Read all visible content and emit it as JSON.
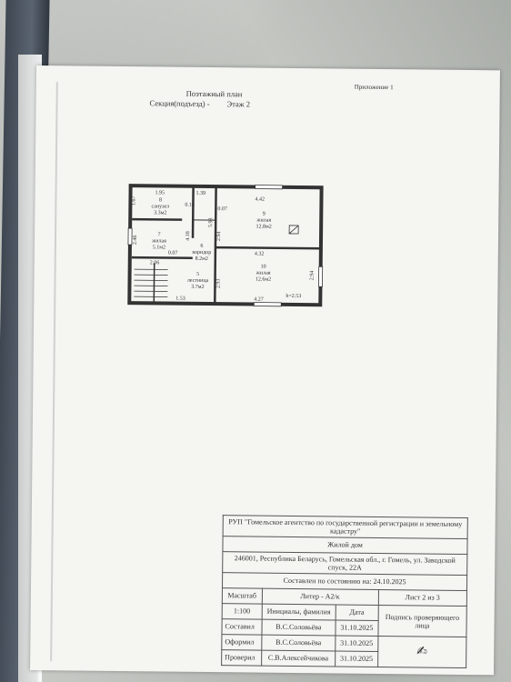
{
  "document": {
    "appendix": "Приложение 1",
    "title": "Поэтажный план",
    "subtitle": "Секция(подъезд) -",
    "floor": "Этаж 2"
  },
  "plan": {
    "rooms": [
      {
        "num": "8",
        "name": "санузел",
        "area": "3.3м2"
      },
      {
        "num": "9",
        "name": "жилая",
        "area": "12.8м2"
      },
      {
        "num": "7",
        "name": "жилая",
        "area": "5.1м2"
      },
      {
        "num": "6",
        "name": "коридор",
        "area": "8.2м2"
      },
      {
        "num": "5",
        "name": "лестница",
        "area": "3.7м2"
      },
      {
        "num": "10",
        "name": "жилая",
        "area": "12.6м2"
      }
    ],
    "dims": {
      "d1_95": "1.95",
      "d1_39": "1.39",
      "d4_42": "4.42",
      "d1_67": "1.67",
      "d0_16": "0.16",
      "d0_07a": "0.07",
      "d2_46": "2.46",
      "d4_18": "4.18",
      "d2_94a": "2.94",
      "d5_93": "5.93",
      "d0_07b": "0.07",
      "d2_06": "2.06",
      "d4_32": "4.32",
      "d2_93": "2.93",
      "d2_94b": "2.94",
      "d1_53": "1.53",
      "d4_27": "4.27",
      "height": "h=2.53"
    }
  },
  "stamp": {
    "org": "РУП \"Гомельское агентство по государственной регистрации и земельному кадастру\"",
    "object": "Жилой дом",
    "address": "246001, Республика Беларусь, Гомельская обл., г. Гомель, ул. Заводской спуск, 22А",
    "state": "Составлен по состоянию на: 24.10.2025",
    "scale_label": "Масштаб",
    "liter": "Литер - А2/к",
    "sheet": "Лист 2 из 3",
    "scale": "1:100",
    "initials_header": "Инициалы, фамилия",
    "date_header": "Дата",
    "signature_header": "Подпись проверяющего лица",
    "rows": [
      {
        "role": "Составил",
        "name": "В.С.Соловьёва",
        "date": "31.10.2025"
      },
      {
        "role": "Оформил",
        "name": "В.С.Соловьёва",
        "date": "31.10.2025"
      },
      {
        "role": "Проверил",
        "name": "С.В.Алексейчикова",
        "date": "31.10.2025"
      }
    ]
  }
}
